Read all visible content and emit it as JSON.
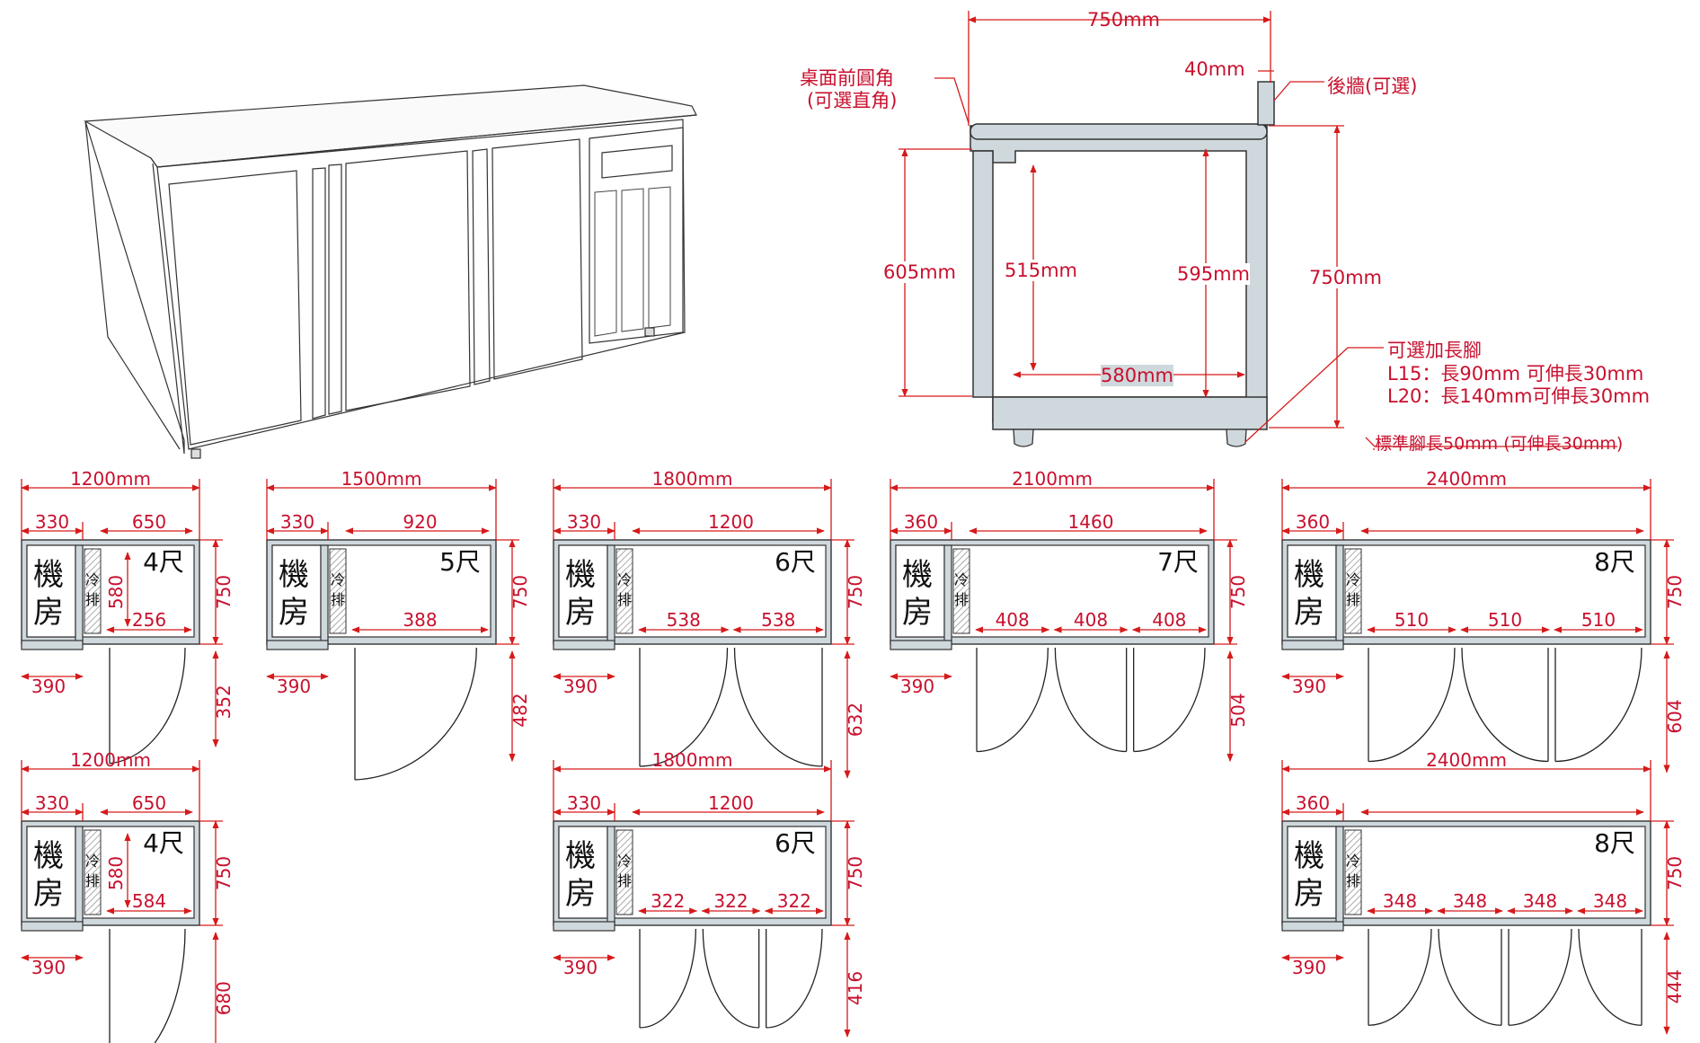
{
  "section_view": {
    "labels": {
      "top_width": "750mm",
      "back_wall_thickness": "40mm",
      "front_corner": [
        "桌面前圓角",
        "(可選直角)"
      ],
      "back_wall": "後牆(可選)",
      "door_height": "605mm",
      "inner_height_a": "515mm",
      "inner_height_b": "595mm",
      "total_height": "750mm",
      "inner_width": "580mm",
      "leg_option_title": "可選加長腳",
      "leg_l15": "L15：長90mm 可伸長30mm",
      "leg_l20": "L20：長140mm可伸長30mm",
      "std_leg": "標準腳長50mm (可伸長30mm)"
    }
  },
  "plans": [
    {
      "width": "1200mm",
      "machine": "330",
      "cabinet": "650",
      "size": "4尺",
      "depth": "750",
      "inner": "580",
      "base": "390",
      "doors": [
        "256"
      ],
      "swing": "352",
      "machine_room": [
        "機",
        "房"
      ],
      "cold": [
        "冷",
        "排"
      ]
    },
    {
      "width": "1500mm",
      "machine": "330",
      "cabinet": "920",
      "size": "5尺",
      "depth": "750",
      "base": "390",
      "doors": [
        "388"
      ],
      "swing": "482",
      "machine_room": [
        "機",
        "房"
      ],
      "cold": [
        "冷",
        "排"
      ]
    },
    {
      "width": "1800mm",
      "machine": "330",
      "cabinet": "1200",
      "size": "6尺",
      "depth": "750",
      "base": "390",
      "doors": [
        "538",
        "538"
      ],
      "swing": "632",
      "machine_room": [
        "機",
        "房"
      ],
      "cold": [
        "冷",
        "排"
      ]
    },
    {
      "width": "2100mm",
      "machine": "360",
      "cabinet": "1460",
      "size": "7尺",
      "depth": "750",
      "base": "390",
      "doors": [
        "408",
        "408",
        "408"
      ],
      "swing": "504",
      "machine_room": [
        "機",
        "房"
      ],
      "cold": [
        "冷",
        "排"
      ]
    },
    {
      "width": "2400mm",
      "machine": "360",
      "cabinet": "",
      "size": "8尺",
      "depth": "750",
      "base": "390",
      "doors": [
        "510",
        "510",
        "510"
      ],
      "swing": "604",
      "machine_room": [
        "機",
        "房"
      ],
      "cold": [
        "冷",
        "排"
      ]
    },
    {
      "width": "1200mm",
      "machine": "330",
      "cabinet": "650",
      "size": "4尺",
      "depth": "750",
      "inner": "580",
      "base": "390",
      "doors": [
        "584"
      ],
      "swing": "680",
      "machine_room": [
        "機",
        "房"
      ],
      "cold": [
        "冷",
        "排"
      ]
    },
    {
      "width": "1800mm",
      "machine": "330",
      "cabinet": "1200",
      "size": "6尺",
      "depth": "750",
      "base": "390",
      "doors": [
        "322",
        "322",
        "322"
      ],
      "swing": "416",
      "machine_room": [
        "機",
        "房"
      ],
      "cold": [
        "冷",
        "排"
      ]
    },
    {
      "width": "2400mm",
      "machine": "360",
      "cabinet": "",
      "size": "8尺",
      "depth": "750",
      "base": "390",
      "doors": [
        "348",
        "348",
        "348",
        "348"
      ],
      "swing": "444",
      "machine_room": [
        "機",
        "房"
      ],
      "cold": [
        "冷",
        "排"
      ]
    }
  ]
}
